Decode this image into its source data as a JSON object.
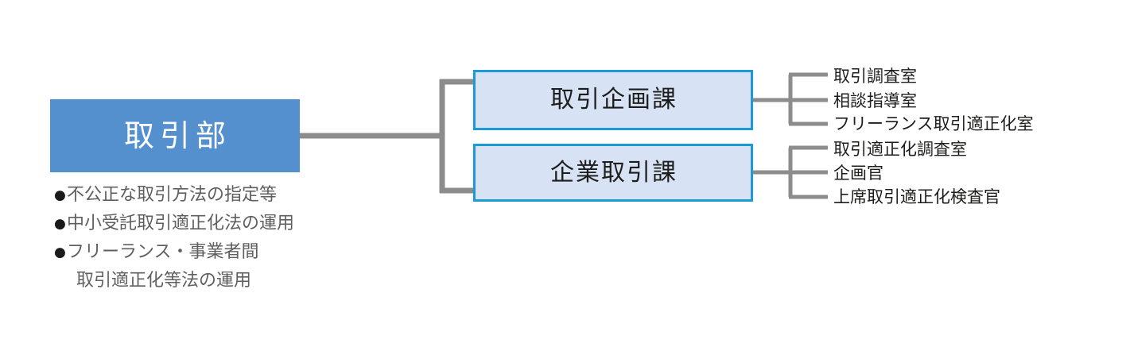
{
  "diagram": {
    "type": "organization-chart",
    "colors": {
      "root_fill": "#5490CE",
      "root_text": "#FFFFFF",
      "division_fill": "#D7E3F4",
      "division_border": "#1B9AD6",
      "division_text": "#1D1D1B",
      "connector": "#8C8C8C",
      "bullet_text": "#5F5F5F",
      "bullet_dot": "#1A1A1A",
      "sub_label_text": "#1D1D1B",
      "background": "#FFFFFF"
    },
    "root": {
      "label": "取引部",
      "responsibilities": [
        {
          "text": "不公正な取引方法の指定等",
          "continuation": ""
        },
        {
          "text": "中小受託取引適正化法の運用",
          "continuation": ""
        },
        {
          "text": "フリーランス・事業者間",
          "continuation": "取引適正化等法の運用"
        }
      ]
    },
    "divisions": [
      {
        "label": "取引企画課",
        "units": [
          "取引調査室",
          "相談指導室",
          "フリーランス取引適正化室"
        ]
      },
      {
        "label": "企業取引課",
        "units": [
          "取引適正化調査室",
          "企画官",
          "上席取引適正化検査官"
        ]
      }
    ]
  }
}
